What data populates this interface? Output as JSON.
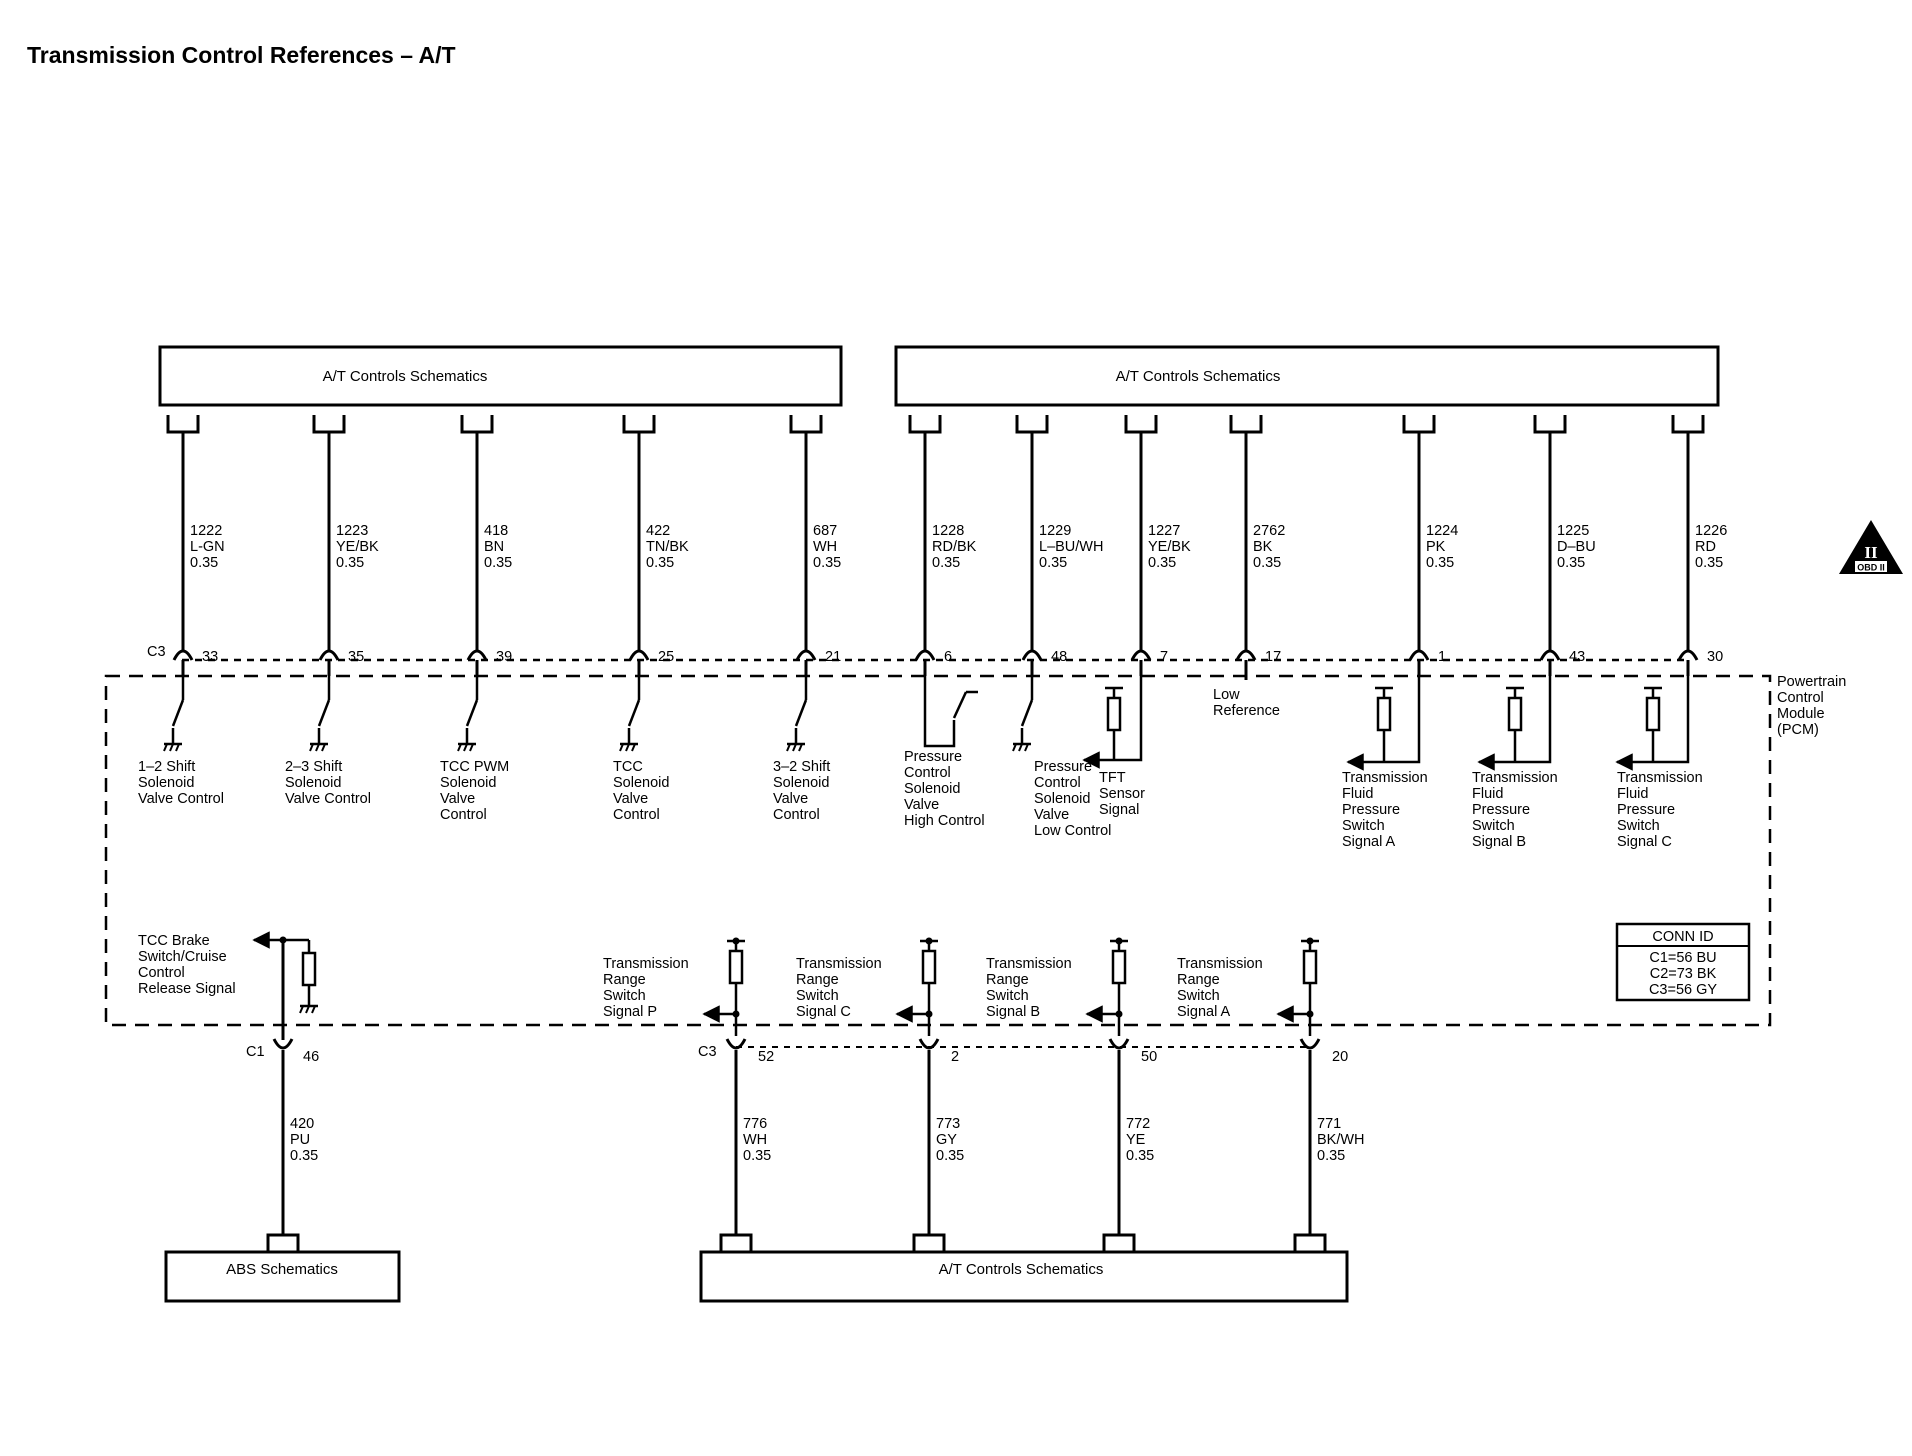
{
  "title": "Transmission Control References – A/T",
  "boxes": {
    "top_left": "A/T Controls Schematics",
    "top_right": "A/T Controls Schematics",
    "bottom_abs": "ABS Schematics",
    "bottom_at": "A/T Controls Schematics"
  },
  "module": [
    "Powertrain",
    "Control",
    "Module",
    "(PCM)"
  ],
  "connector_labels": {
    "c1": "C1",
    "c3_top": "C3",
    "c3_bottom": "C3"
  },
  "conn_id": {
    "title": "CONN ID",
    "rows": [
      "C1=56 BU",
      "C2=73 BK",
      "C3=56 GY"
    ]
  },
  "obd": {
    "numeral": "II",
    "text": "OBD II"
  },
  "low_reference": [
    "Low",
    "Reference"
  ],
  "top_wires": [
    {
      "circuit": "1222",
      "color": "L-GN",
      "gauge": "0.35",
      "pin": "33",
      "desc": [
        "1–2 Shift",
        "Solenoid",
        "Valve Control"
      ]
    },
    {
      "circuit": "1223",
      "color": "YE/BK",
      "gauge": "0.35",
      "pin": "35",
      "desc": [
        "2–3 Shift",
        "Solenoid",
        "Valve Control"
      ]
    },
    {
      "circuit": "418",
      "color": "BN",
      "gauge": "0.35",
      "pin": "39",
      "desc": [
        "TCC PWM",
        "Solenoid",
        "Valve",
        "Control"
      ]
    },
    {
      "circuit": "422",
      "color": "TN/BK",
      "gauge": "0.35",
      "pin": "25",
      "desc": [
        "TCC",
        "Solenoid",
        "Valve",
        "Control"
      ]
    },
    {
      "circuit": "687",
      "color": "WH",
      "gauge": "0.35",
      "pin": "21",
      "desc": [
        "3–2 Shift",
        "Solenoid",
        "Valve",
        "Control"
      ]
    },
    {
      "circuit": "1228",
      "color": "RD/BK",
      "gauge": "0.35",
      "pin": "6",
      "desc": [
        "Pressure",
        "Control",
        "Solenoid",
        "Valve",
        "High Control"
      ]
    },
    {
      "circuit": "1229",
      "color": "L–BU/WH",
      "gauge": "0.35",
      "pin": "48",
      "desc": [
        "Pressure",
        "Control",
        "Solenoid",
        "Valve",
        "Low Control"
      ]
    },
    {
      "circuit": "1227",
      "color": "YE/BK",
      "gauge": "0.35",
      "pin": "7",
      "desc": [
        "TFT",
        "Sensor",
        "Signal"
      ]
    },
    {
      "circuit": "2762",
      "color": "BK",
      "gauge": "0.35",
      "pin": "17"
    },
    {
      "circuit": "1224",
      "color": "PK",
      "gauge": "0.35",
      "pin": "1",
      "desc": [
        "Transmission",
        "Fluid",
        "Pressure",
        "Switch",
        "Signal A"
      ]
    },
    {
      "circuit": "1225",
      "color": "D–BU",
      "gauge": "0.35",
      "pin": "43",
      "desc": [
        "Transmission",
        "Fluid",
        "Pressure",
        "Switch",
        "Signal B"
      ]
    },
    {
      "circuit": "1226",
      "color": "RD",
      "gauge": "0.35",
      "pin": "30",
      "desc": [
        "Transmission",
        "Fluid",
        "Pressure",
        "Switch",
        "Signal C"
      ]
    }
  ],
  "tcc_brake": {
    "desc": [
      "TCC Brake",
      "Switch/Cruise",
      "Control",
      "Release Signal"
    ],
    "pin": "46",
    "circuit": "420",
    "color": "PU",
    "gauge": "0.35"
  },
  "bottom_wires": [
    {
      "circuit": "776",
      "color": "WH",
      "gauge": "0.35",
      "pin": "52",
      "desc": [
        "Transmission",
        "Range",
        "Switch",
        "Signal P"
      ]
    },
    {
      "circuit": "773",
      "color": "GY",
      "gauge": "0.35",
      "pin": "2",
      "desc": [
        "Transmission",
        "Range",
        "Switch",
        "Signal C"
      ]
    },
    {
      "circuit": "772",
      "color": "YE",
      "gauge": "0.35",
      "pin": "50",
      "desc": [
        "Transmission",
        "Range",
        "Switch",
        "Signal B"
      ]
    },
    {
      "circuit": "771",
      "color": "BK/WH",
      "gauge": "0.35",
      "pin": "20",
      "desc": [
        "Transmission",
        "Range",
        "Switch",
        "Signal A"
      ]
    }
  ]
}
